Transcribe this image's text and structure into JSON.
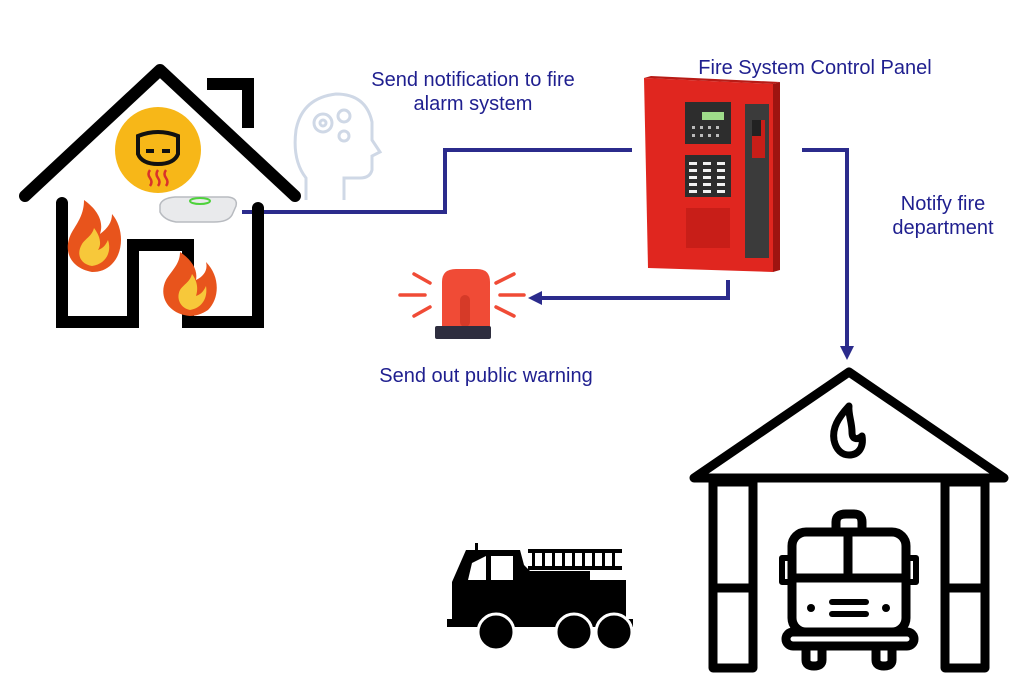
{
  "labels": {
    "send_notification": [
      "Send notification to fire",
      "alarm system"
    ],
    "control_panel": "Fire System Control Panel",
    "notify_fire_dept": [
      "Notify fire",
      "department"
    ],
    "public_warning": "Send out public warning"
  },
  "icons": {
    "house": "burning-house-icon",
    "smoke_detector": "smoke-detector-icon",
    "gateway": "wireless-gateway-icon",
    "head": "brain-gears-icon",
    "panel": "fire-control-panel-icon",
    "siren": "alarm-siren-icon",
    "truck": "fire-truck-icon",
    "station": "fire-station-icon"
  },
  "colors": {
    "connector": "#2b2b8c",
    "text": "#1f1f8f",
    "panel_red": "#e0261f",
    "flame_orange": "#e8541c",
    "flame_yellow": "#f7c83a",
    "detector_bg": "#f7b718",
    "siren_red": "#f04b36",
    "head_gray": "#cfd8e6"
  }
}
